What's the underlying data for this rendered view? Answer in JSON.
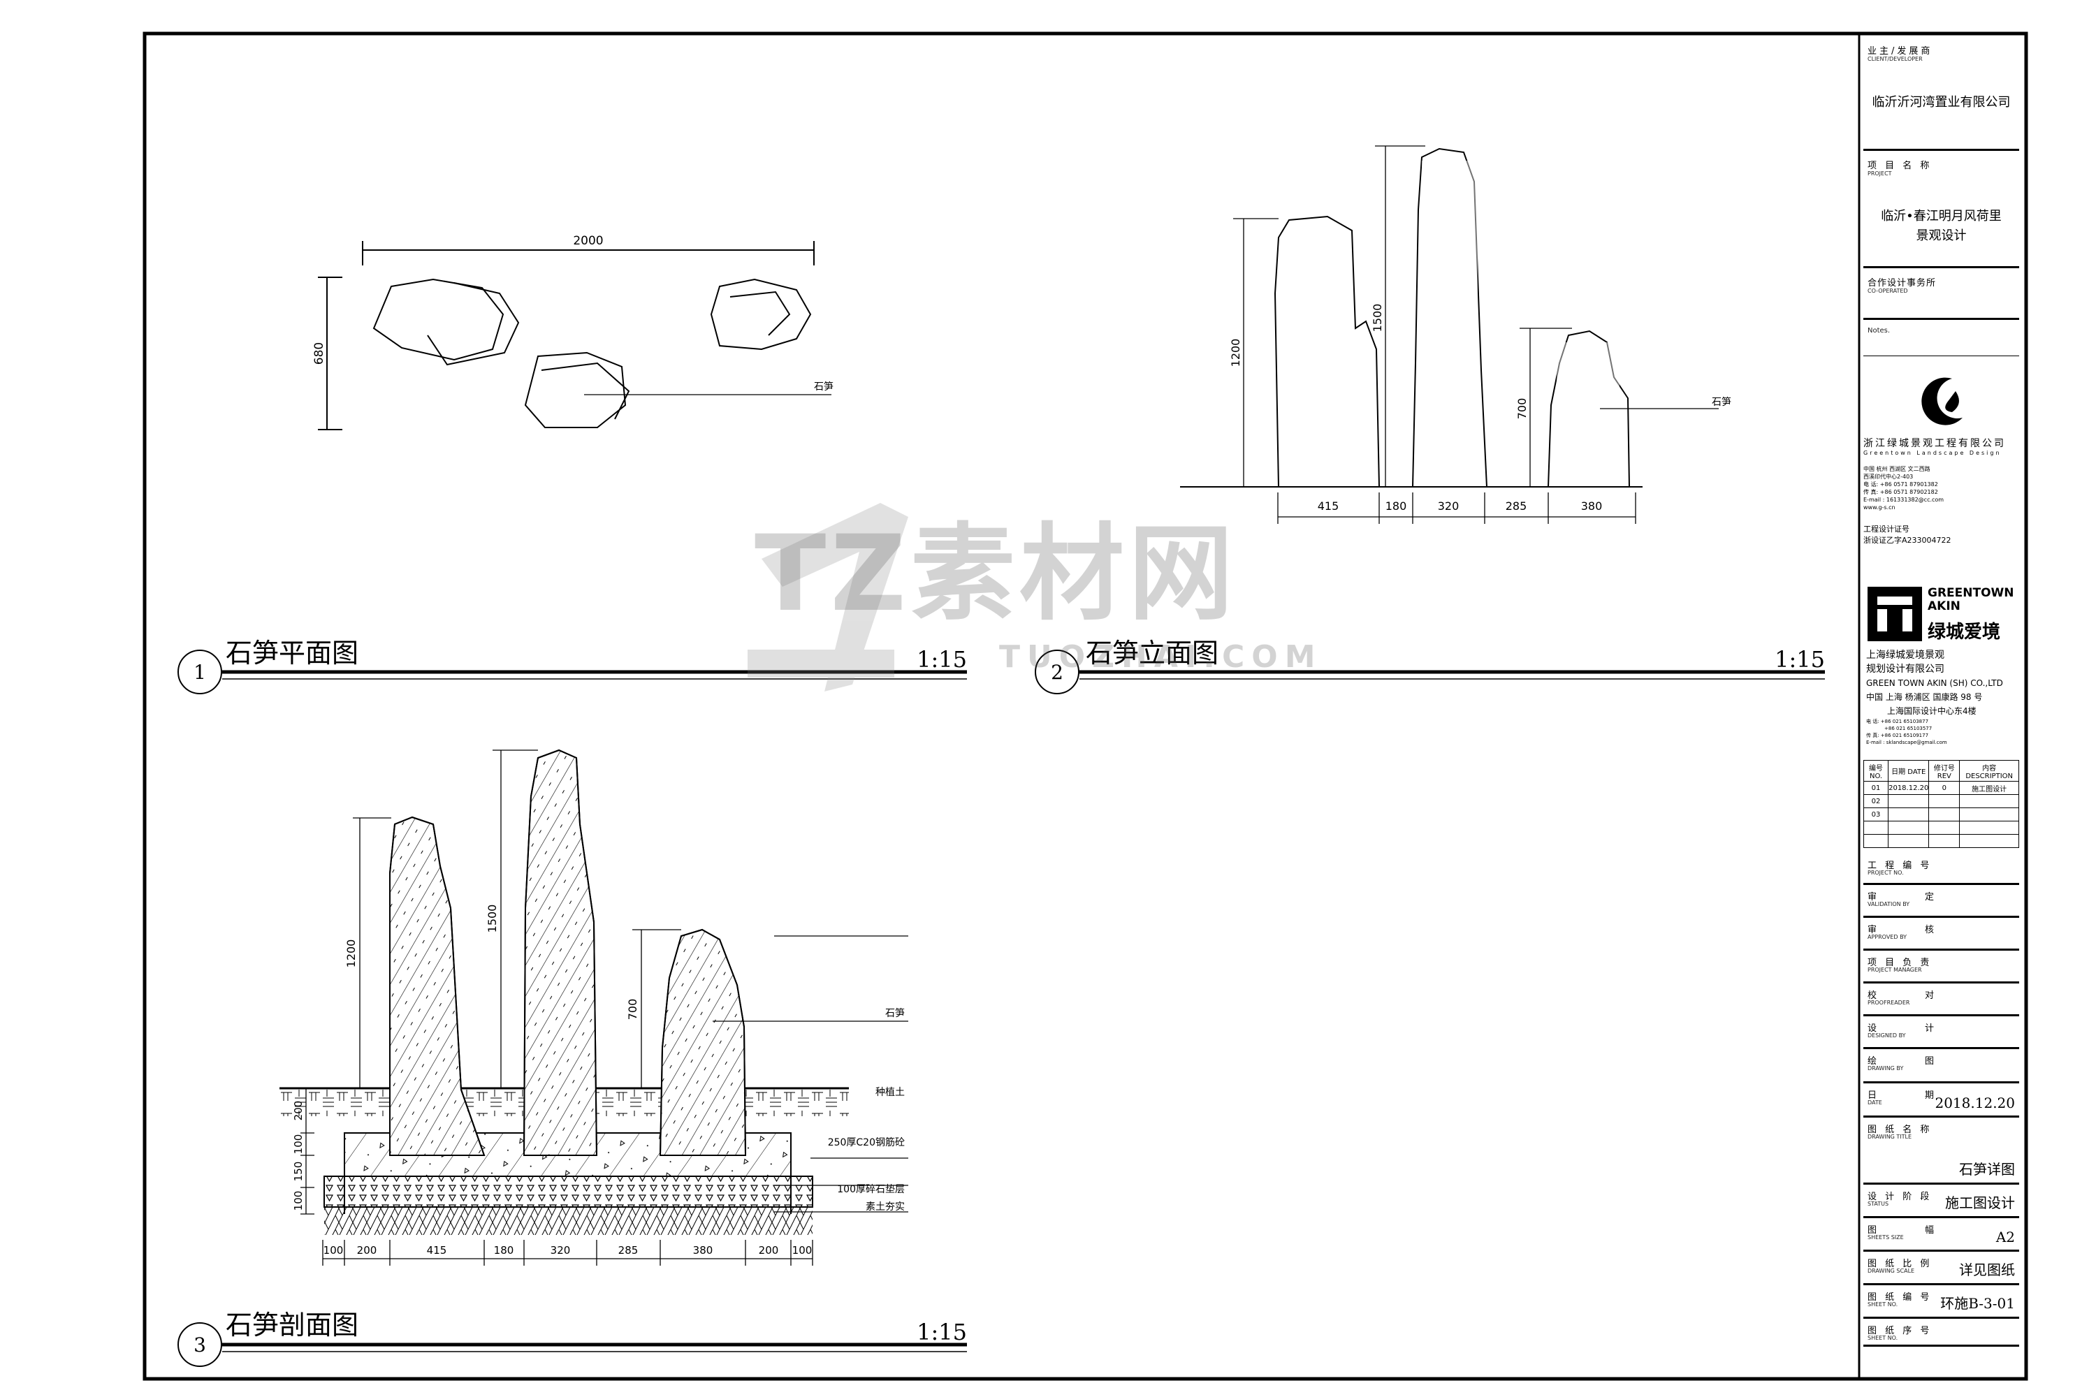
{
  "drawings": [
    {
      "number": "1",
      "title": "石笋平面图",
      "scale": "1:15"
    },
    {
      "number": "2",
      "title": "石笋立面图",
      "scale": "1:15"
    },
    {
      "number": "3",
      "title": "石笋剖面图",
      "scale": "1:15"
    }
  ],
  "plan": {
    "dim_width": "2000",
    "dim_depth": "680",
    "label": "石笋"
  },
  "elevation": {
    "heights": [
      "1200",
      "1500",
      "700"
    ],
    "widths": [
      "415",
      "180",
      "320",
      "285",
      "380"
    ],
    "label": "石笋"
  },
  "section": {
    "heights": [
      "1200",
      "1500",
      "700"
    ],
    "layer_dims": [
      "200",
      "100",
      "150",
      "100"
    ],
    "widths": [
      "100",
      "200",
      "415",
      "180",
      "320",
      "285",
      "380",
      "200",
      "100"
    ],
    "labels": [
      "石笋",
      "种植土",
      "250厚C20钢筋砼",
      "100厚碎石垫层",
      "素土夯实"
    ]
  },
  "watermark": {
    "main": "TZ素材网",
    "sub": "TUOZHAI.COM"
  },
  "title_block": {
    "client_label_cn": "业主/发展商",
    "client_label_en": "CLIENT/DEVELOPER",
    "client": "临沂沂河湾置业有限公司",
    "project_label_cn": "项 目 名 称",
    "project_label_en": "PROJECT",
    "project_line1": "临沂•春江明月风荷里",
    "project_line2": "景观设计",
    "coop_label_cn": "合作设计事务所",
    "coop_label_en": "CO-OPERATED",
    "notes_label": "Notes.",
    "firm1_cn": "浙江绿城景观工程有限公司",
    "firm1_en": "Greentown Landscape Design",
    "firm1_address": [
      "中国 杭州 西湖区 文二西路",
      "西溪印代中心2-403",
      "电  话: +86 0571 87901382",
      "传  真: +86 0571 87902182",
      "E-mail : 161331382@cc.com",
      "www.g-s.cn"
    ],
    "cert_label": "工程设计证号",
    "cert_no": "浙设证乙字A233004722",
    "logo2_text1": "GREENTOWN",
    "logo2_text2": "AKIN",
    "logo2_text3": "绿城爱境",
    "firm2_cn_line1": "上海绿城爱境景观",
    "firm2_cn_line2": "规划设计有限公司",
    "firm2_en": "GREEN TOWN AKIN (SH) CO.,LTD",
    "firm2_address1": "中国 上海 杨浦区 国康路 98 号",
    "firm2_address2": "上海国际设计中心东4楼",
    "firm2_contact": [
      "电  话: +86 021 65103877",
      "+86 021 65103577",
      "传  真: +86 021 65109177",
      "E-mail : sklandscape@gmail.com"
    ],
    "revisions": {
      "headers": [
        "编号 NO.",
        "日期 DATE",
        "修订号 REV",
        "内容 DESCRIPTION"
      ],
      "rows": [
        [
          "01",
          "2018.12.20",
          "0",
          "施工图设计"
        ],
        [
          "02",
          "",
          "",
          ""
        ],
        [
          "03",
          "",
          "",
          ""
        ],
        [
          "",
          "",
          "",
          ""
        ],
        [
          "",
          "",
          "",
          ""
        ]
      ]
    },
    "fields": [
      {
        "cn": "工 程 编 号",
        "en": "PROJECT NO.",
        "value": ""
      },
      {
        "cn": "审        定",
        "en": "VALIDATION BY",
        "value": ""
      },
      {
        "cn": "审        核",
        "en": "APPROVED BY",
        "value": ""
      },
      {
        "cn": "项 目 负 责",
        "en": "PROJECT MANAGER",
        "value": ""
      },
      {
        "cn": "校        对",
        "en": "PROOFREADER",
        "value": ""
      },
      {
        "cn": "设        计",
        "en": "DESIGNED BY",
        "value": ""
      },
      {
        "cn": "绘        图",
        "en": "DRAWING BY",
        "value": ""
      },
      {
        "cn": "日        期",
        "en": "DATE",
        "value": "2018.12.20"
      },
      {
        "cn": "图 纸 名 称",
        "en": "DRAWING TITLE",
        "value": "石笋详图"
      },
      {
        "cn": "设 计 阶 段",
        "en": "STATUS",
        "value": "施工图设计"
      },
      {
        "cn": "图        幅",
        "en": "SHEETS SIZE",
        "value": "A2"
      },
      {
        "cn": "图 纸 比 例",
        "en": "DRAWING SCALE",
        "value": "详见图纸"
      },
      {
        "cn": "图 纸 编 号",
        "en": "SHEET NO.",
        "value": "环施B-3-01"
      },
      {
        "cn": "图 纸 序 号",
        "en": "SHEET NO.",
        "value": ""
      }
    ]
  }
}
